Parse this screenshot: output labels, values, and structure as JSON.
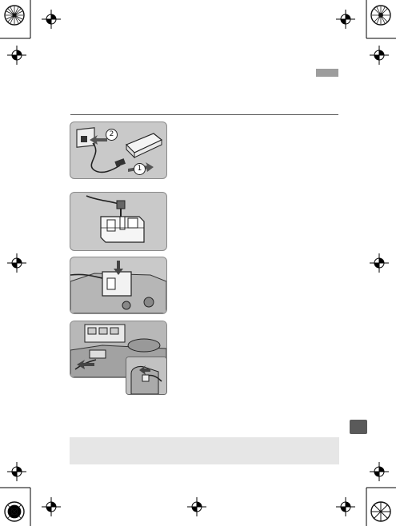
{
  "page": {
    "section_tab_color": "#9d9d9d",
    "side_tab_color": "#5a5a5a",
    "note_box_color": "#e6e6e6"
  },
  "illustrations": [
    {
      "name": "ac-adapter-connection",
      "callouts": [
        "1",
        "2"
      ]
    },
    {
      "name": "dc-coupler-plug",
      "callouts": []
    },
    {
      "name": "dc-coupler-insert",
      "callouts": []
    },
    {
      "name": "cord-routing-with-inset",
      "callouts": []
    }
  ],
  "icons": {
    "corner_rosette": "rosette-icon",
    "registration_mark": "crosshair-icon",
    "insert_arrow": "arrow-down-icon",
    "route_arrow": "arrow-left-icon"
  }
}
